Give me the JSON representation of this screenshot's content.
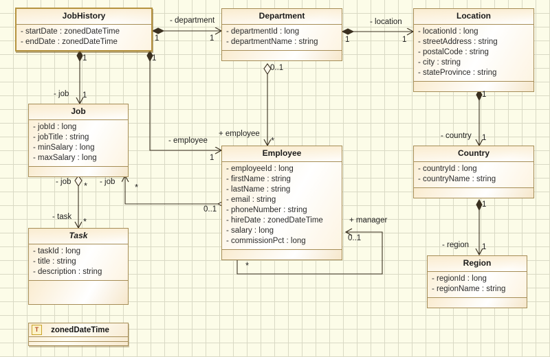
{
  "diagram": {
    "type": "uml-class-diagram",
    "background_color": "#fcfce8",
    "grid_color": "#d9d9c4",
    "class_border_color": "#a58c55",
    "selected_border_color": "#b5933f",
    "connector_color": "#3a3020"
  },
  "classes": [
    {
      "id": "jobhistory",
      "name": "JobHistory",
      "abstract": false,
      "selected": true,
      "has_operations_compartment": false,
      "attributes": [
        "- startDate : zonedDateTime",
        "- endDate : zonedDateTime"
      ]
    },
    {
      "id": "department",
      "name": "Department",
      "abstract": false,
      "selected": false,
      "has_operations_compartment": true,
      "attributes": [
        "- departmentId : long",
        "- departmentName : string"
      ]
    },
    {
      "id": "location",
      "name": "Location",
      "abstract": false,
      "selected": false,
      "has_operations_compartment": true,
      "attributes": [
        "- locationId : long",
        "- streetAddress : string",
        "- postalCode : string",
        "- city : string",
        "- stateProvince : string"
      ]
    },
    {
      "id": "job",
      "name": "Job",
      "abstract": false,
      "selected": false,
      "has_operations_compartment": true,
      "attributes": [
        "- jobId : long",
        "- jobTitle : string",
        "- minSalary : long",
        "- maxSalary : long"
      ]
    },
    {
      "id": "employee",
      "name": "Employee",
      "abstract": false,
      "selected": false,
      "has_operations_compartment": true,
      "attributes": [
        "- employeeId : long",
        "- firstName : string",
        "- lastName : string",
        "- email : string",
        "- phoneNumber : string",
        "- hireDate : zonedDateTime",
        "- salary : long",
        "- commissionPct : long"
      ]
    },
    {
      "id": "country",
      "name": "Country",
      "abstract": false,
      "selected": false,
      "has_operations_compartment": true,
      "attributes": [
        "- countryId : long",
        "- countryName : string"
      ]
    },
    {
      "id": "task",
      "name": "Task",
      "abstract": true,
      "selected": false,
      "has_operations_compartment": true,
      "attributes": [
        "- taskId : long",
        "- title : string",
        "- description : string"
      ]
    },
    {
      "id": "region",
      "name": "Region",
      "abstract": false,
      "selected": false,
      "has_operations_compartment": true,
      "attributes": [
        "- regionId : long",
        "- regionName : string"
      ]
    }
  ],
  "datatype": {
    "name": "zonedDateTime",
    "icon": "datatype-T-icon",
    "icon_letter": "T"
  },
  "relationships": [
    {
      "id": "jobhistory-department",
      "source": "JobHistory",
      "target": "Department",
      "role_label": "- department",
      "source_multiplicity": "1",
      "target_multiplicity": "1",
      "source_marker": "filled-diamond",
      "target_marker": "open-arrow"
    },
    {
      "id": "jobhistory-job",
      "source": "JobHistory",
      "target": "Job",
      "role_label": "- job",
      "source_multiplicity": "1",
      "target_multiplicity": "1",
      "source_marker": "filled-diamond",
      "target_marker": "open-arrow"
    },
    {
      "id": "jobhistory-employee",
      "source": "JobHistory",
      "target": "Employee",
      "role_label": "- employee",
      "source_multiplicity": "1",
      "target_multiplicity": "1",
      "source_marker": "filled-diamond",
      "target_marker": "open-arrow"
    },
    {
      "id": "department-location",
      "source": "Department",
      "target": "Location",
      "role_label": "- location",
      "source_multiplicity": "1",
      "target_multiplicity": "1",
      "source_marker": "filled-diamond",
      "target_marker": "open-arrow"
    },
    {
      "id": "department-employee",
      "source": "Department",
      "target": "Employee",
      "role_label": "+ employee",
      "source_multiplicity": "0..1",
      "target_multiplicity": "*",
      "source_marker": "open-diamond",
      "target_marker": "open-arrow"
    },
    {
      "id": "location-country",
      "source": "Location",
      "target": "Country",
      "role_label": "- country",
      "source_multiplicity": "1",
      "target_multiplicity": "1",
      "source_marker": "filled-diamond",
      "target_marker": "open-arrow"
    },
    {
      "id": "country-region",
      "source": "Country",
      "target": "Region",
      "role_label": "- region",
      "source_multiplicity": "1",
      "target_multiplicity": "1",
      "source_marker": "filled-diamond",
      "target_marker": "open-arrow"
    },
    {
      "id": "job-task",
      "source": "Job",
      "target": "Task",
      "role_label_source": "- job",
      "role_label_target": "- task",
      "source_multiplicity": "*",
      "target_multiplicity": "*",
      "source_marker": "open-diamond",
      "target_marker": "open-arrow"
    },
    {
      "id": "employee-job",
      "source": "Employee",
      "target": "Job",
      "role_label": "- job",
      "source_multiplicity": "0..1",
      "target_multiplicity": "*",
      "source_marker": "open-diamond",
      "target_marker": "open-arrow"
    },
    {
      "id": "employee-manager",
      "source": "Employee",
      "target": "Employee",
      "role_label": "+ manager",
      "source_multiplicity": "*",
      "target_multiplicity": "0..1",
      "source_marker": "open-diamond",
      "target_marker": "open-arrow"
    }
  ],
  "edge_labels": {
    "department": "- department",
    "location": "- location",
    "job_to_jobhistory": "- job",
    "employee_from_jobhistory": "- employee",
    "employee_from_department": "+ employee",
    "country": "- country",
    "region": "- region",
    "job_left": "- job",
    "job_right": "- job",
    "task": "- task",
    "manager": "+ manager"
  },
  "multiplicities": {
    "jh_dept_src": "1",
    "jh_dept_tgt": "1",
    "jh_job_src": "1",
    "jh_job_tgt": "1",
    "jh_emp_src": "1",
    "jh_emp_tgt": "1",
    "dept_loc_src": "1",
    "dept_loc_tgt": "1",
    "dept_emp_src": "0..1",
    "dept_emp_tgt": "*",
    "loc_country_src": "1",
    "loc_country_tgt": "1",
    "country_region_src": "1",
    "country_region_tgt": "1",
    "job_task_src": "*",
    "job_task_tgt": "*",
    "emp_job_src": "0..1",
    "emp_job_tgt": "*",
    "emp_mgr_src": "*",
    "emp_mgr_tgt": "0..1"
  }
}
